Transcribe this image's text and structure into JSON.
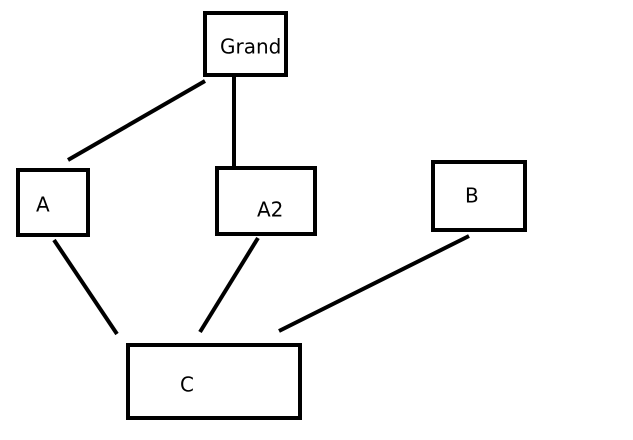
{
  "colors": {
    "background": "#ffffff",
    "stroke": "#000000",
    "text": "#000000"
  },
  "nodes": [
    {
      "id": "grand",
      "label": "Grand"
    },
    {
      "id": "a",
      "label": "A"
    },
    {
      "id": "a2",
      "label": "A2"
    },
    {
      "id": "b",
      "label": "B"
    },
    {
      "id": "c",
      "label": "C"
    }
  ],
  "edges": [
    {
      "from": "grand",
      "to": "a"
    },
    {
      "from": "grand",
      "to": "a2"
    },
    {
      "from": "a",
      "to": "c"
    },
    {
      "from": "a2",
      "to": "c"
    },
    {
      "from": "b",
      "to": "c"
    }
  ]
}
